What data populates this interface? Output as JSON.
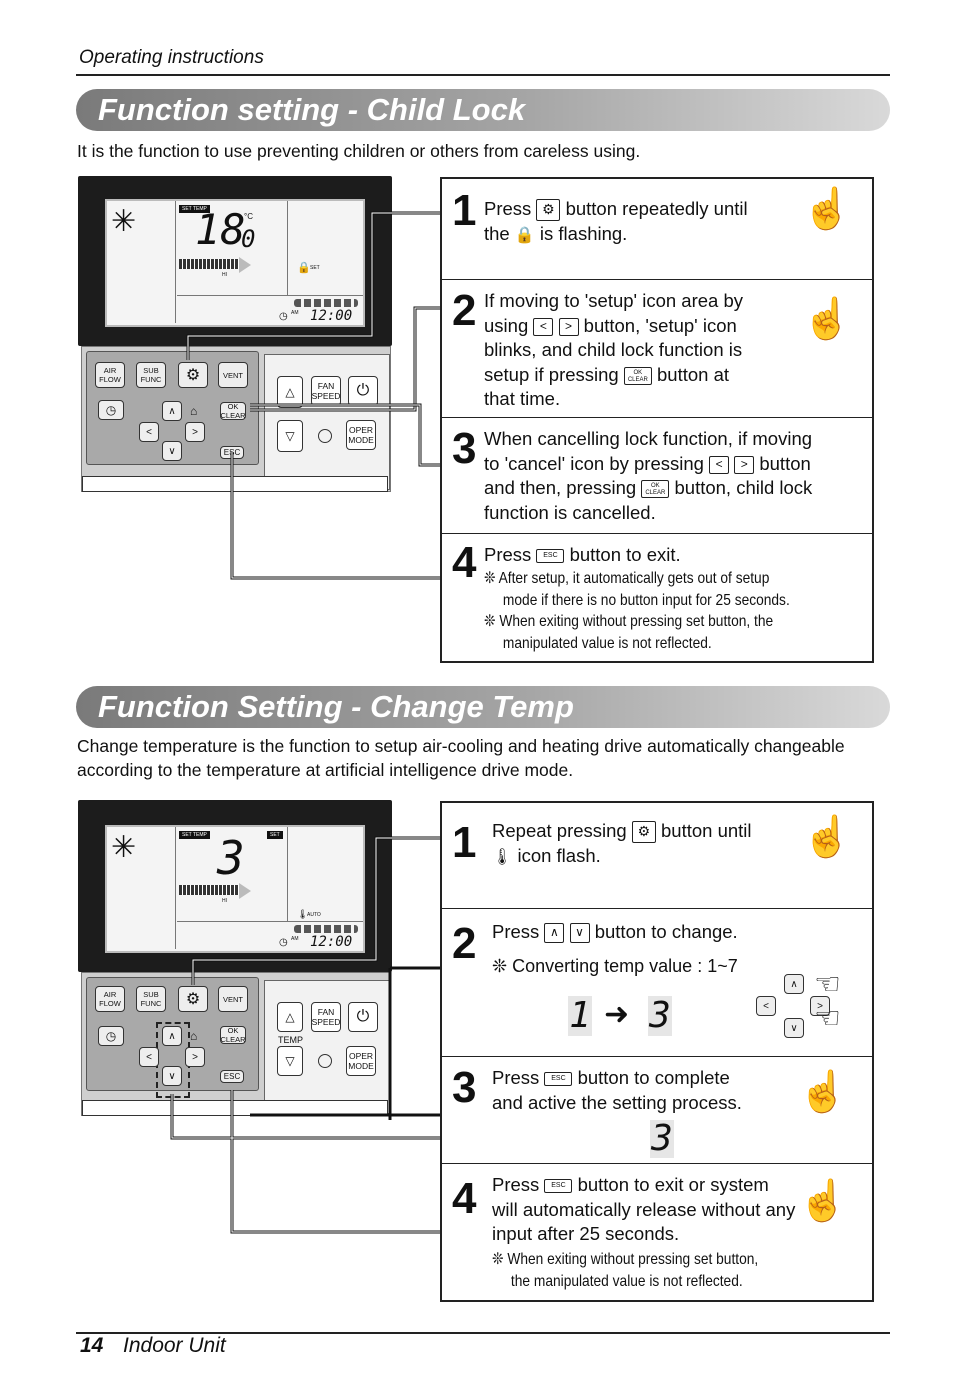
{
  "header": {
    "section_label": "Operating instructions"
  },
  "sections": [
    {
      "title": "Function setting - Child Lock",
      "intro": "It is the function to use preventing children or others from careless using.",
      "lcd": {
        "temp": "18",
        "decimal": "0",
        "unit": "°C",
        "set_temp_tag": "SET TEMP",
        "fan_label": "HI",
        "lock_tag": "SET",
        "clock": "12:00",
        "ampm": "AM"
      },
      "steps": [
        {
          "num": "1",
          "l1a": "Press",
          "l1b": "button repeatedly until",
          "l2a": "the",
          "l2b": "is flashing."
        },
        {
          "num": "2",
          "l1": "If moving to 'setup' icon area by",
          "l2a": "using",
          "l2b": "button, 'setup' icon",
          "l3": "blinks, and child lock function is",
          "l4a": "setup if pressing",
          "l4b": "button at",
          "l5": "that time."
        },
        {
          "num": "3",
          "l1": "When cancelling lock function, if moving",
          "l2a": "to 'cancel' icon by pressing",
          "l2b": "button",
          "l3a": "and then, pressing",
          "l3b": "button, child lock",
          "l4": "function is cancelled."
        },
        {
          "num": "4",
          "l1a": "Press",
          "l1b": "button to exit.",
          "note1a": "After setup, it automatically gets out of setup",
          "note1b": "mode if there is no button input for 25 seconds.",
          "note2a": "When exiting without pressing set button, the",
          "note2b": "manipulated value is not reflected."
        }
      ]
    },
    {
      "title": "Function Setting - Change Temp",
      "intro1": "Change temperature is the function to setup air-cooling and heating drive automatically changeable",
      "intro2": "according to the temperature at artificial intelligence drive mode.",
      "lcd": {
        "temp": "3",
        "set_temp_tag": "SET TEMP",
        "set_tag": "SET",
        "fan_label": "HI",
        "auto_tag": "AUTO",
        "clock": "12:00",
        "ampm": "AM"
      },
      "steps": [
        {
          "num": "1",
          "l1a": "Repeat pressing",
          "l1b": "button until",
          "l2": "icon flash."
        },
        {
          "num": "2",
          "l1a": "Press",
          "l1b": "button to change.",
          "note": "Converting temp value : 1~7",
          "from": "1",
          "to": "3"
        },
        {
          "num": "3",
          "l1a": "Press",
          "l1b": "button to complete",
          "l2": "and active the setting process.",
          "value": "3"
        },
        {
          "num": "4",
          "l1a": "Press",
          "l1b": "button to exit or system",
          "l2": "will automatically release without any",
          "l3": "input after 25 seconds.",
          "note1": "When exiting without pressing set button,",
          "note2": "the manipulated value is not reflected."
        }
      ]
    }
  ],
  "remote_labels": {
    "air_flow": "AIR FLOW",
    "sub_func": "SUB FUNC",
    "vent": "VENT",
    "ok_clear": "OK CLEAR",
    "esc": "ESC",
    "fan_speed": "FAN SPEED",
    "oper_mode": "OPER MODE",
    "temp": "TEMP"
  },
  "footer": {
    "page_number": "14",
    "title": "Indoor Unit"
  }
}
